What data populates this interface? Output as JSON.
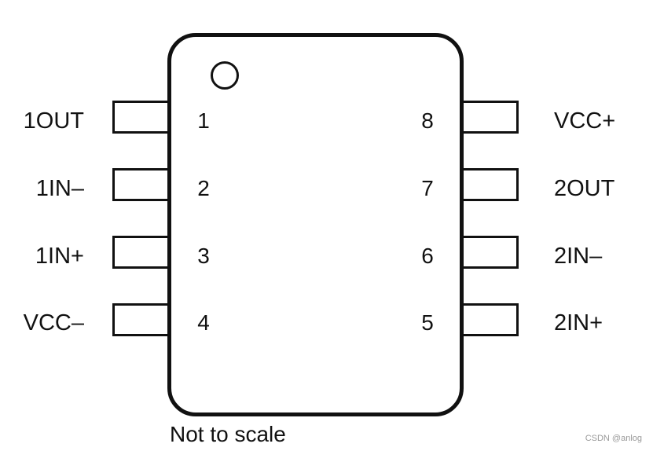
{
  "package": {
    "left_pins": [
      {
        "number": "1",
        "label": "1OUT"
      },
      {
        "number": "2",
        "label": "1IN–"
      },
      {
        "number": "3",
        "label": "1IN+"
      },
      {
        "number": "4",
        "label": "VCC–"
      }
    ],
    "right_pins": [
      {
        "number": "8",
        "label": "VCC+"
      },
      {
        "number": "7",
        "label": "2OUT"
      },
      {
        "number": "6",
        "label": "2IN–"
      },
      {
        "number": "5",
        "label": "2IN+"
      }
    ]
  },
  "footnote": "Not to scale",
  "watermark": "CSDN @anlog"
}
